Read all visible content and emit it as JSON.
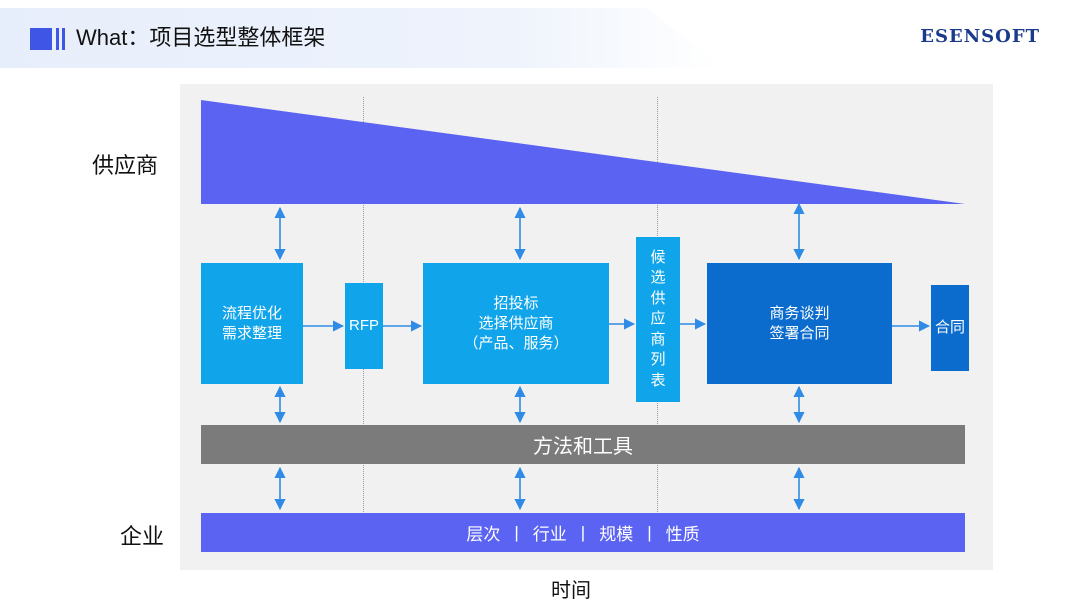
{
  "header": {
    "title": "What：项目选型整体框架",
    "brand": "ESENSOFT"
  },
  "side_labels": {
    "supplier": "供应商",
    "enterprise": "企业",
    "time": "时间"
  },
  "boxes": {
    "process": [
      "流程优化",
      "需求整理"
    ],
    "rfp": "RFP",
    "bidding": [
      "招投标",
      "选择供应商",
      "（产品、服务）"
    ],
    "candidates": [
      "候",
      "选",
      "供",
      "应",
      "商",
      "列",
      "表"
    ],
    "negotiation": [
      "商务谈判",
      "签署合同"
    ],
    "contract": "合同"
  },
  "methods_bar": "方法和工具",
  "enterprise_bar": {
    "items": [
      "层次",
      "行业",
      "规模",
      "性质"
    ],
    "separator": "|"
  },
  "colors": {
    "supplier_wedge": "#5b63f2",
    "enterprise_bar": "#5b63f2",
    "methods_bar": "#7b7b7b",
    "light_blue": "#10a4ea",
    "mid_blue": "#0f8fdf",
    "dark_blue": "#0b6ccd",
    "arrow": "#2f8be6"
  }
}
